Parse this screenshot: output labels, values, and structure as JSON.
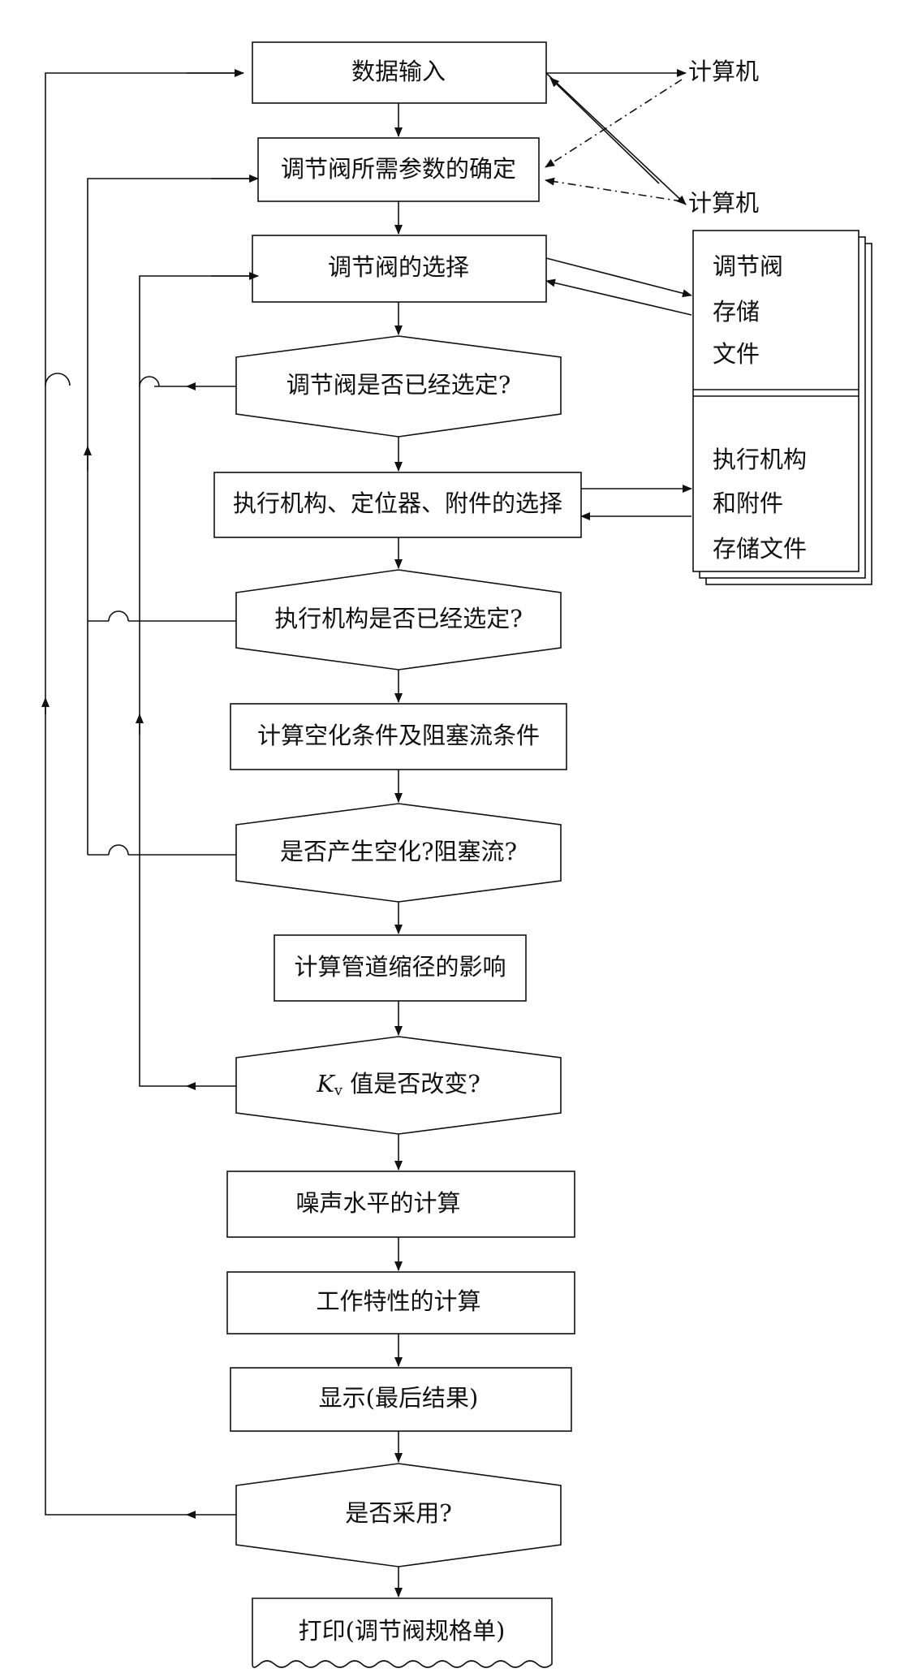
{
  "steps": {
    "data_input": "数据输入",
    "param_determination": "调节阀所需参数的确定",
    "valve_selection": "调节阀的选择",
    "valve_selected_q": "调节阀是否已经选定?",
    "actuator_selection": "执行机构、定位器、附件的选择",
    "actuator_selected_q": "执行机构是否已经选定?",
    "cavitation_calc": "计算空化条件及阻塞流条件",
    "cavitation_q": "是否产生空化?阻塞流?",
    "pipe_reducer_calc": "计算管道缩径的影响",
    "kv_changed_q_symbol": "K",
    "kv_changed_q_sub": "v",
    "kv_changed_q_rest": " 值是否改变?",
    "noise_calc": "噪声水平的计算",
    "characteristic_calc": "工作特性的计算",
    "display_results": "显示(最后结果)",
    "adopt_q": "是否采用?",
    "print_spec": "打印(调节阀规格单)"
  },
  "external": {
    "computer_1": "计算机",
    "computer_2": "计算机"
  },
  "storage": {
    "valve_file": [
      "调节阀",
      "存储",
      "文件"
    ],
    "actuator_file": [
      "执行机构",
      "和附件",
      "存储文件"
    ]
  }
}
